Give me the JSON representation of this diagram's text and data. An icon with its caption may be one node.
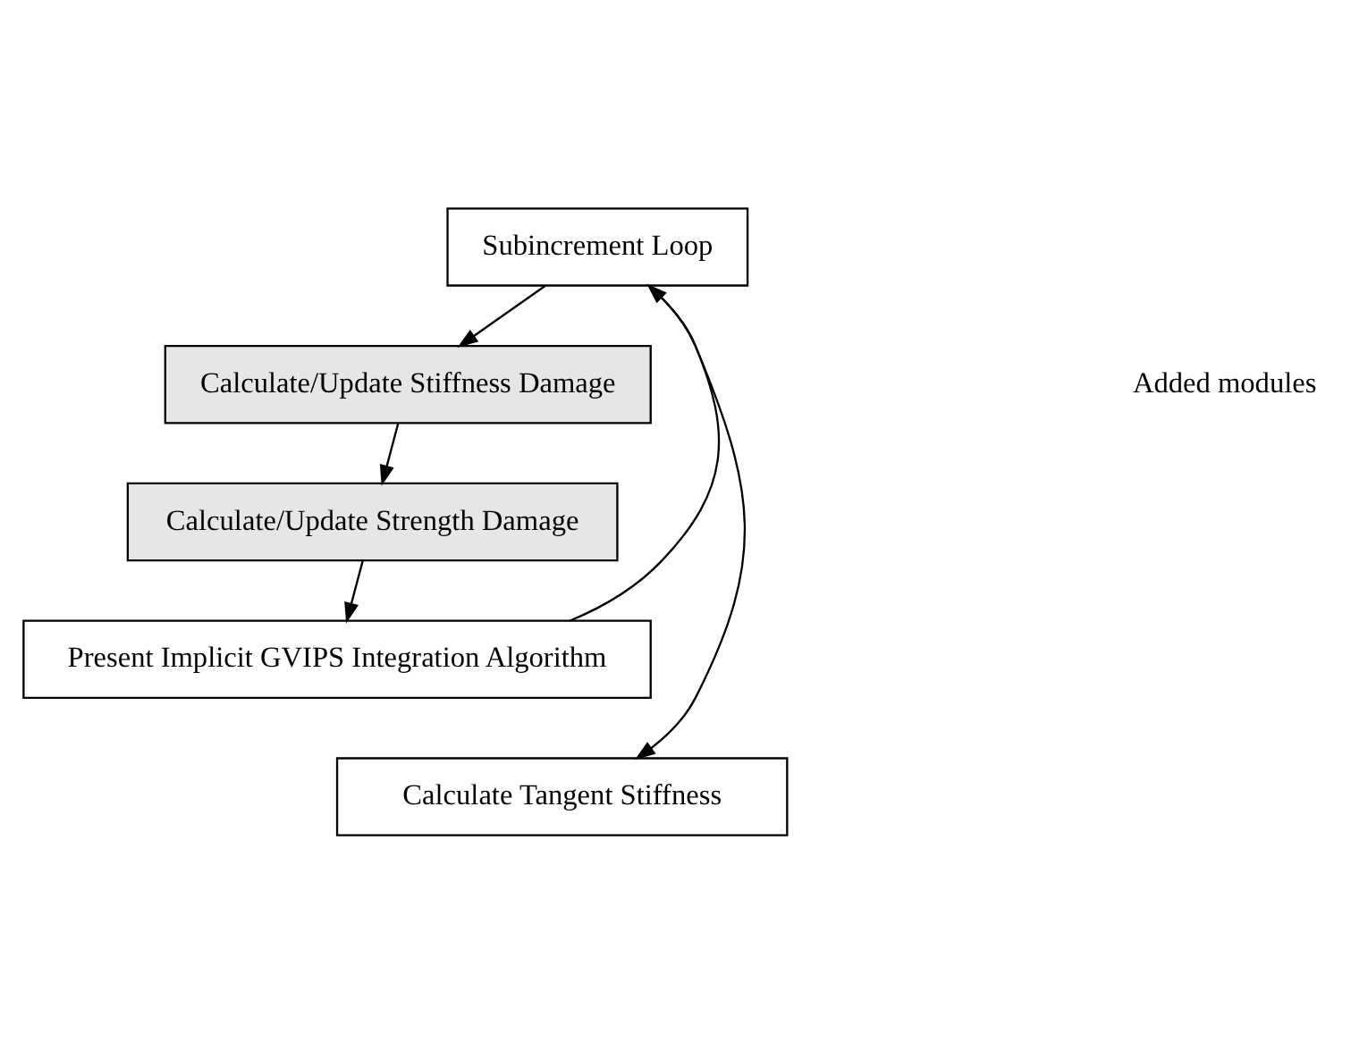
{
  "diagram": {
    "nodes": [
      {
        "text": [
          "Subincrement Loop"
        ]
      },
      {
        "text": [
          "Calculate/Update Stiffness Damage"
        ]
      },
      {
        "text": [
          "Calculate/Update Strength Damage"
        ]
      },
      {
        "text": [
          "Present Implicit GVIPS Integration Algorithm"
        ]
      },
      {
        "text": [
          "Calculate Tangent Stiffness"
        ]
      }
    ],
    "edges": [
      {
        "from": 0,
        "to": 1,
        "arrow": "to"
      },
      {
        "from": 1,
        "to": 2,
        "arrow": "to"
      },
      {
        "from": 2,
        "to": 3,
        "arrow": "to"
      },
      {
        "from": 3,
        "to": 0,
        "arrow": "to"
      },
      {
        "from": 0,
        "to": 4,
        "arrow": "to"
      }
    ],
    "labels": [
      "Added modules"
    ]
  }
}
